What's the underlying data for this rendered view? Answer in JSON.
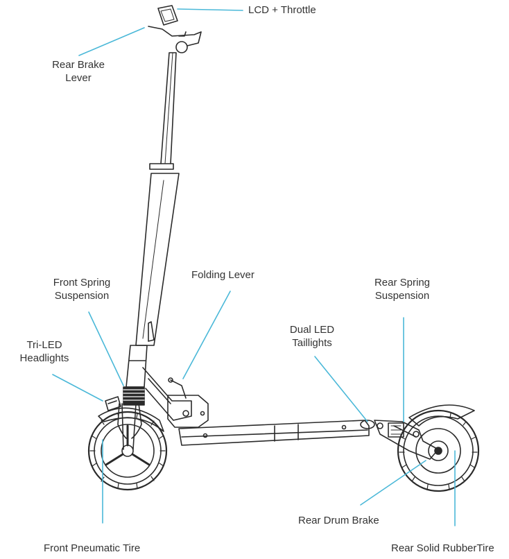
{
  "labels": {
    "lcd_throttle": "LCD + Throttle",
    "rear_brake_lever": {
      "line1": "Rear Brake",
      "line2": "Lever"
    },
    "front_spring_suspension": {
      "line1": "Front Spring",
      "line2": "Suspension"
    },
    "folding_lever": "Folding Lever",
    "rear_spring_suspension": {
      "line1": "Rear Spring",
      "line2": "Suspension"
    },
    "tri_led_headlights": {
      "line1": "Tri-LED",
      "line2": "Headlights"
    },
    "dual_led_taillights": {
      "line1": "Dual LED",
      "line2": "Taillights"
    },
    "rear_drum_brake": "Rear Drum Brake",
    "front_pneumatic_tire": "Front Pneumatic Tire",
    "rear_solid_rubber_tire": "Rear Solid RubberTire"
  },
  "colors": {
    "leader_line": "#4ab8d8",
    "outline": "#2a2a2a",
    "label_text": "#333333"
  }
}
